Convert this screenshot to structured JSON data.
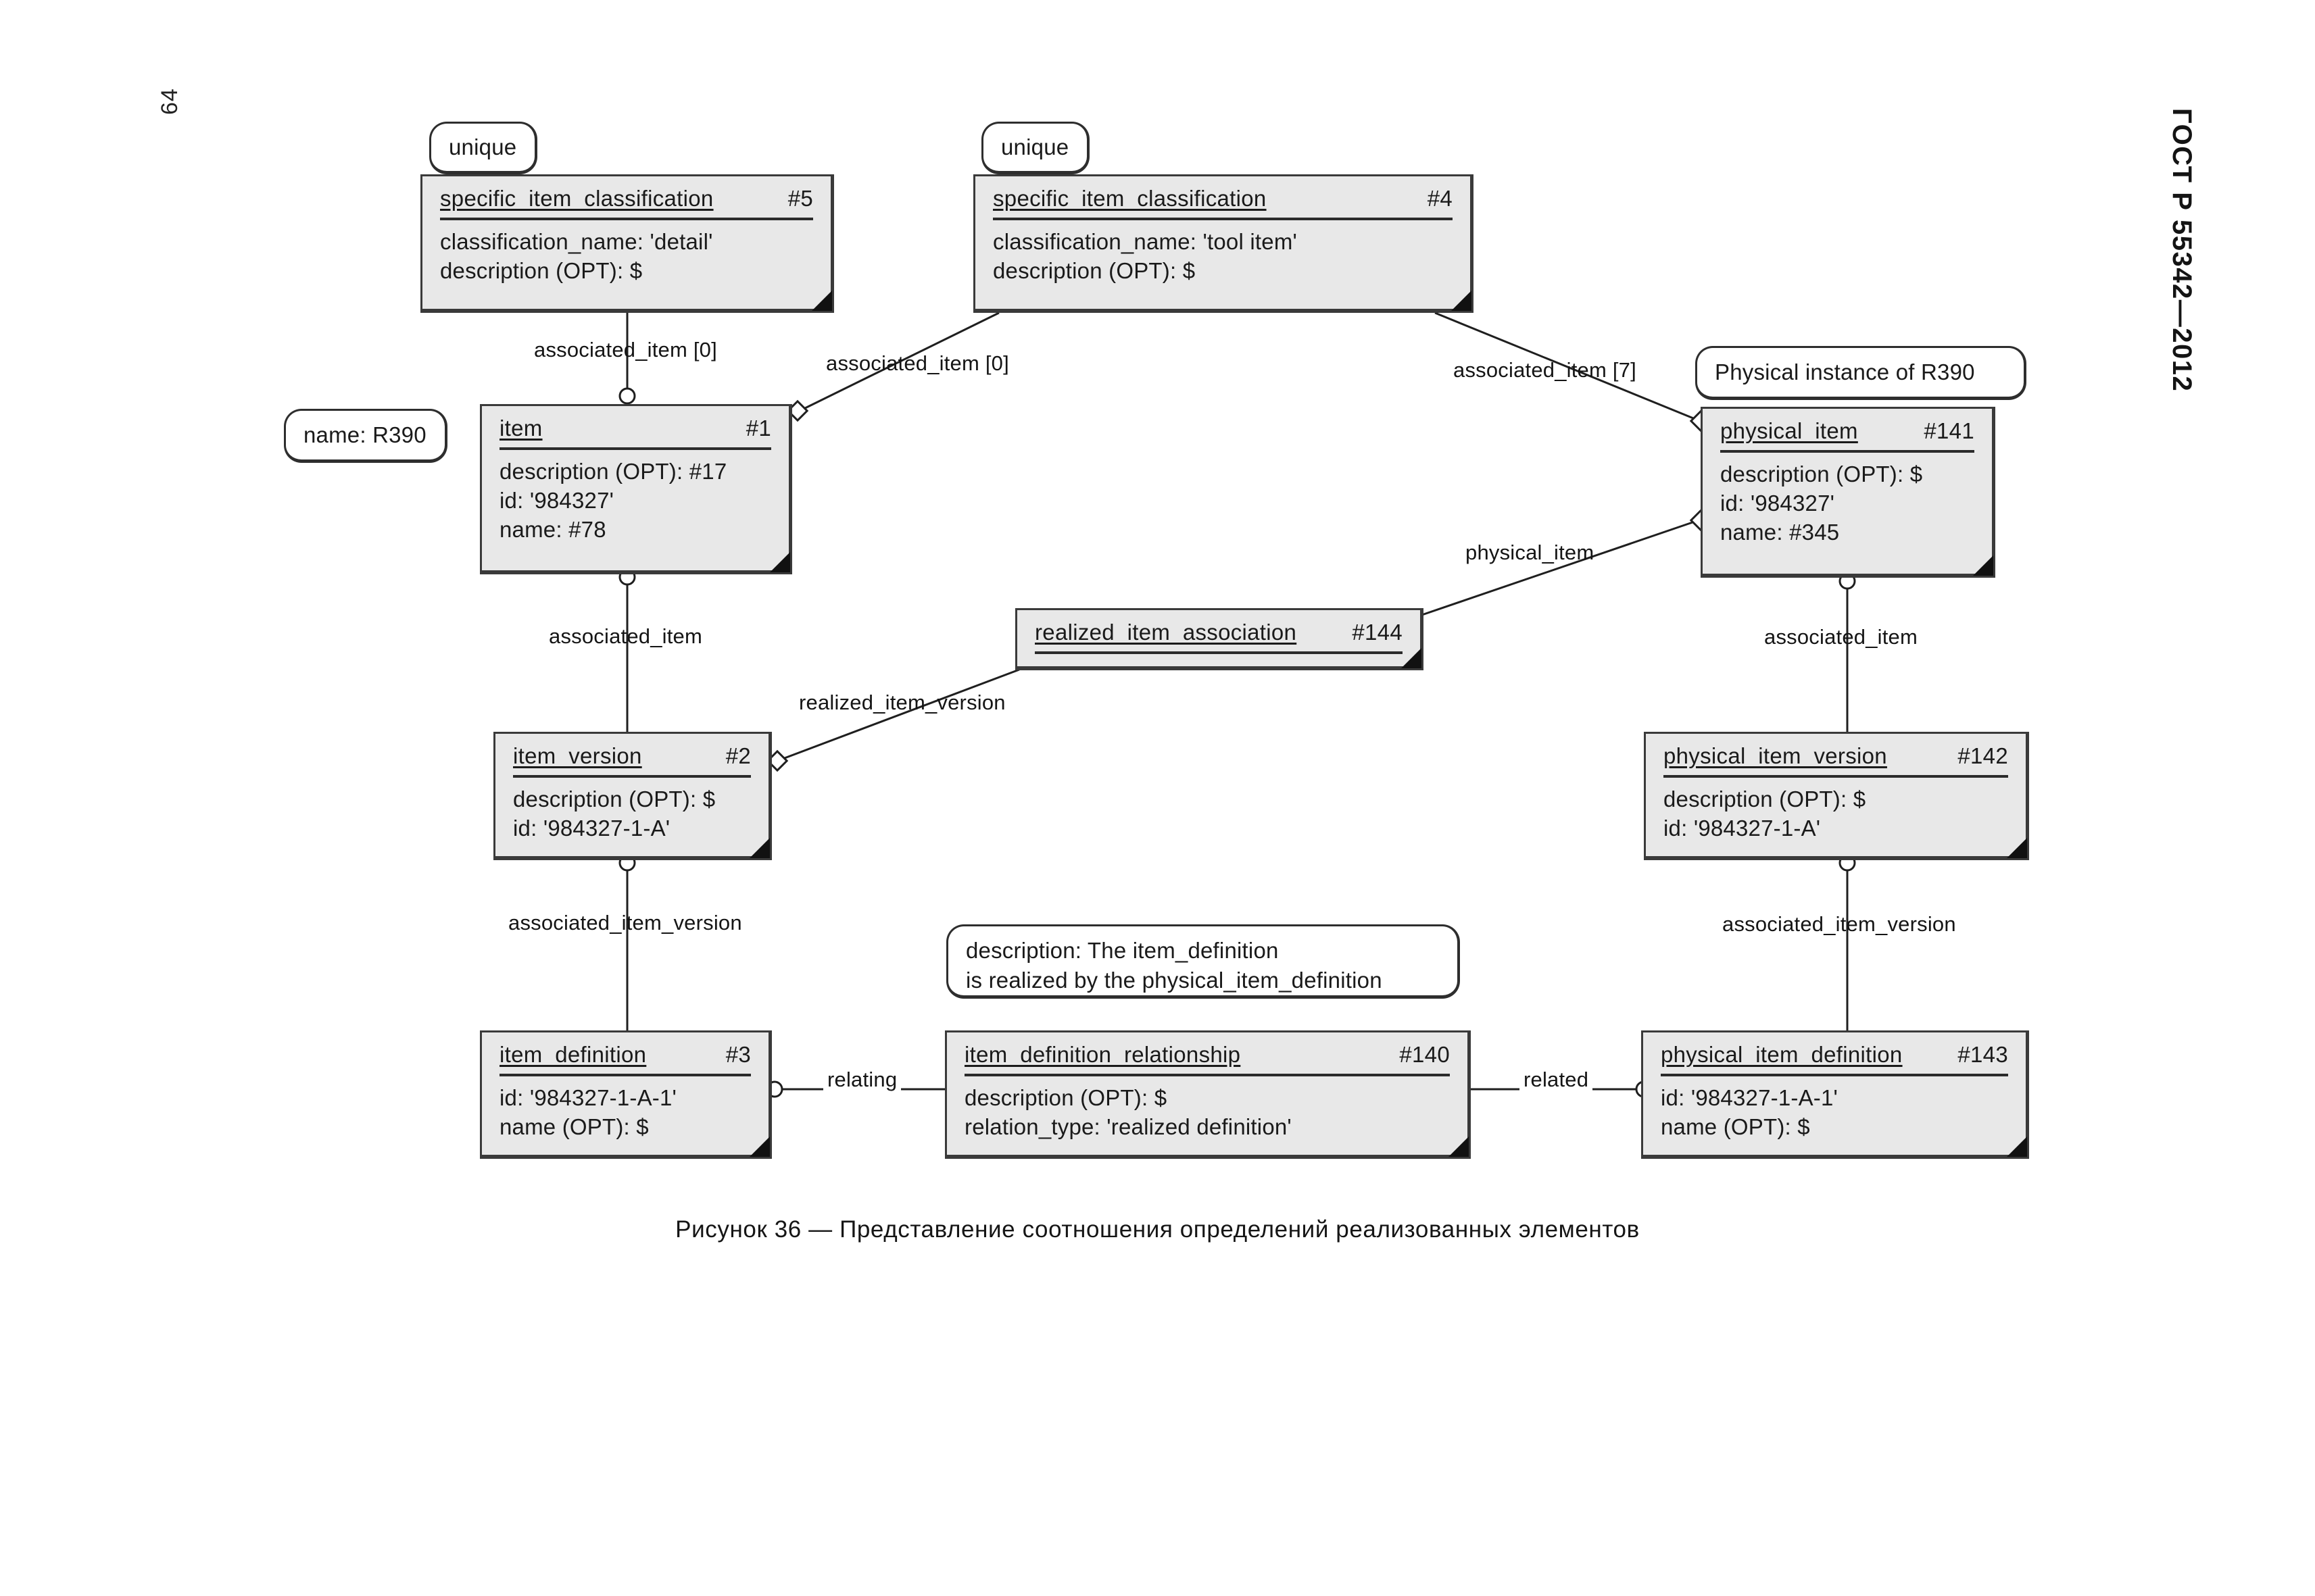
{
  "page": {
    "number": "64",
    "standard": "ГОСТ Р 55342—2012",
    "figure_caption": "Рисунок 36 — Представление соотношения определений реализованных элементов"
  },
  "notes": [
    {
      "key": "unique_left",
      "text": "unique"
    },
    {
      "key": "unique_right",
      "text": "unique"
    },
    {
      "key": "name_r390",
      "text": "name: R390"
    },
    {
      "key": "phys_instance",
      "text": "Physical instance of R390"
    },
    {
      "key": "idr_desc_l1",
      "text": "description: The item_definition"
    },
    {
      "key": "idr_desc_l2",
      "text": "is realized by the physical_item_definition"
    }
  ],
  "boxes": {
    "sic5": {
      "entity": "specific_item_classification",
      "id": "#5",
      "attrs": [
        "classification_name: 'detail'",
        "description (OPT): $"
      ]
    },
    "sic4": {
      "entity": "specific_item_classification",
      "id": "#4",
      "attrs": [
        "classification_name: 'tool item'",
        "description (OPT): $"
      ]
    },
    "item1": {
      "entity": "item",
      "id": "#1",
      "attrs": [
        "description (OPT): #17",
        "id: '984327'",
        "name: #78"
      ]
    },
    "physitem141": {
      "entity": "physical_item",
      "id": "#141",
      "attrs": [
        "description (OPT): $",
        "id: '984327'",
        "name: #345"
      ]
    },
    "ria144": {
      "entity": "realized_item_association",
      "id": "#144",
      "attrs": []
    },
    "itemver2": {
      "entity": "item_version",
      "id": "#2",
      "attrs": [
        "description (OPT): $",
        "id: '984327-1-A'"
      ]
    },
    "physitemver142": {
      "entity": "physical_item_version",
      "id": "#142",
      "attrs": [
        "description (OPT): $",
        "id: '984327-1-A'"
      ]
    },
    "itemdef3": {
      "entity": "item_definition",
      "id": "#3",
      "attrs": [
        "id: '984327-1-A-1'",
        "name (OPT): $"
      ]
    },
    "idr140": {
      "entity": "item_definition_relationship",
      "id": "#140",
      "attrs": [
        "description (OPT): $",
        "relation_type: 'realized definition'"
      ]
    },
    "physitemdef143": {
      "entity": "physical_item_definition",
      "id": "#143",
      "attrs": [
        "id: '984327-1-A-1'",
        "name (OPT): $"
      ]
    }
  },
  "edge_labels": [
    {
      "key": "e1",
      "text": "associated_item [0]"
    },
    {
      "key": "e2",
      "text": "associated_item [0]"
    },
    {
      "key": "e3",
      "text": "associated_item [7]"
    },
    {
      "key": "e4",
      "text": "associated_item"
    },
    {
      "key": "e5",
      "text": "physical_item"
    },
    {
      "key": "e6",
      "text": "associated_item"
    },
    {
      "key": "e7",
      "text": "realized_item_version"
    },
    {
      "key": "e8",
      "text": "associated_item_version"
    },
    {
      "key": "e9",
      "text": "associated_item_version"
    },
    {
      "key": "e10",
      "text": "relating"
    },
    {
      "key": "e11",
      "text": "related"
    }
  ],
  "colors": {
    "box_fill": "#e8e8e8",
    "box_stroke": "#3a3a3a",
    "note_fill": "#ffffff",
    "line": "#1f1f1f"
  }
}
